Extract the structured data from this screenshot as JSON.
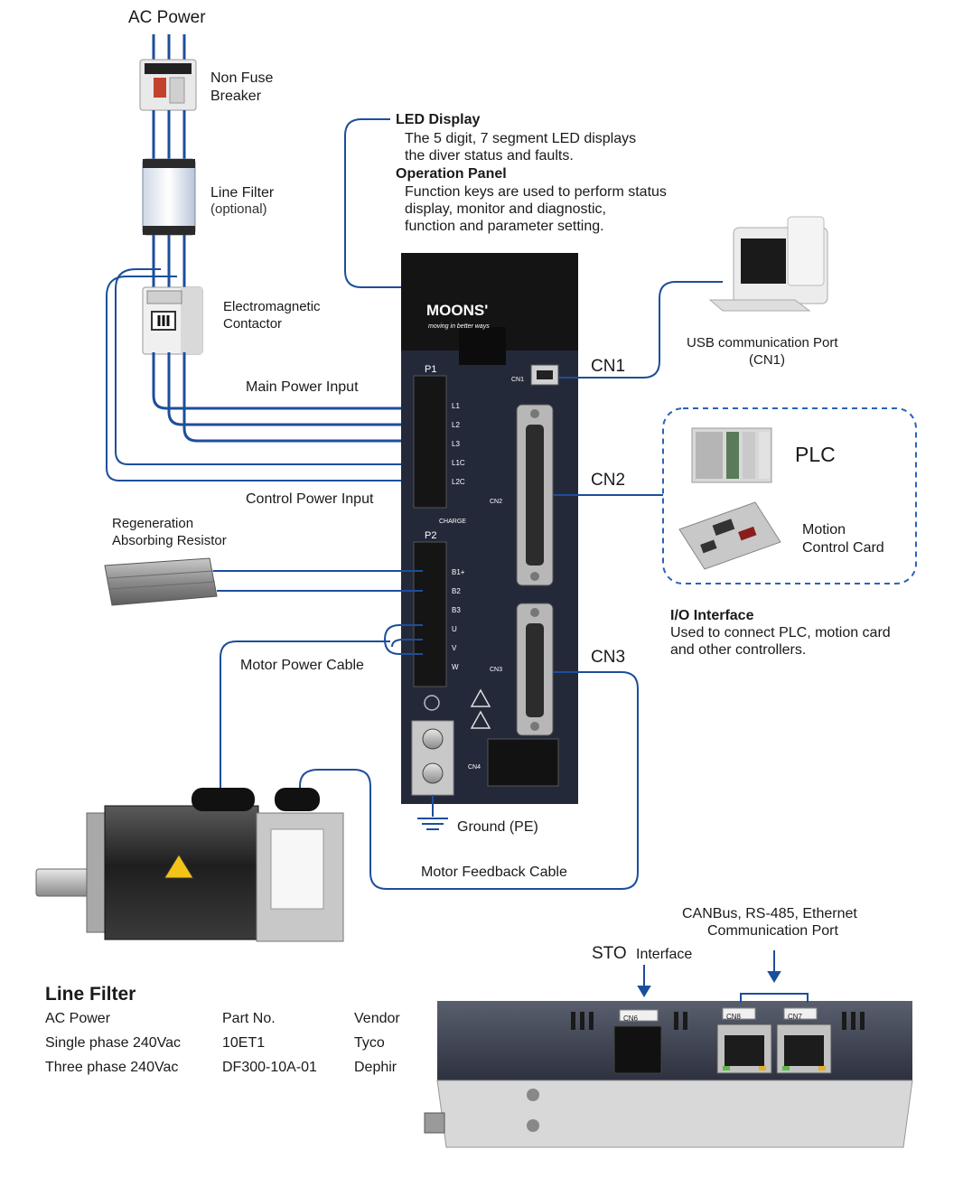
{
  "labels": {
    "ac_power": "AC Power",
    "non_fuse_breaker": [
      "Non Fuse",
      "Breaker"
    ],
    "line_filter": "Line Filter",
    "line_filter_optional": "(optional)",
    "contactor": [
      "Electromagnetic",
      "Contactor"
    ],
    "main_power_input": "Main Power Input",
    "control_power_input": "Control Power Input",
    "regen_resistor": [
      "Regeneration",
      "Absorbing Resistor"
    ],
    "motor_power_cable": "Motor Power Cable",
    "ground": "Ground (PE)",
    "motor_feedback_cable": "Motor Feedback Cable",
    "led_display_title": "LED Display",
    "led_display_desc": [
      "The 5 digit, 7 segment LED displays",
      "the diver status and faults."
    ],
    "op_panel_title": "Operation Panel",
    "op_panel_desc": [
      "Function keys are used to perform status",
      "display, monitor and diagnostic,",
      "function and parameter setting."
    ],
    "usb_port": [
      "USB communication Port",
      "(CN1)"
    ],
    "cn1": "CN1",
    "cn2": "CN2",
    "cn3": "CN3",
    "plc": "PLC",
    "motion_card": [
      "Motion",
      "Control Card"
    ],
    "io_title": "I/O Interface",
    "io_desc": [
      "Used to connect PLC, motion card",
      "and other controllers."
    ],
    "canbus": [
      "CANBus, RS-485, Ethernet",
      "Communication Port"
    ],
    "sto": "STO",
    "sto_interface": "Interface"
  },
  "drive": {
    "brand": "MOONS'",
    "tagline": "moving in better ways",
    "p1": "P1",
    "p2": "P2",
    "p1_terminals": [
      "L1",
      "L2",
      "L3",
      "L1C",
      "L2C"
    ],
    "charge": "CHARGE",
    "p2_terminals": [
      "B1+",
      "B2",
      "B3",
      "U",
      "V",
      "W"
    ],
    "side_cn1": "CN1",
    "side_cn2": "CN2",
    "side_cn3": "CN3",
    "side_cn4": "CN4"
  },
  "bottom_ports": [
    "CN6",
    "CN8",
    "CN7"
  ],
  "line_filter_table": {
    "title": "Line Filter",
    "headers": [
      "AC Power",
      "Part No.",
      "Vendor"
    ],
    "rows": [
      [
        "Single phase 240Vac",
        "10ET1",
        "Tyco"
      ],
      [
        "Three phase 240Vac",
        "DF300-10A-01",
        "Dephir"
      ]
    ]
  },
  "colors": {
    "wire": "#1d4e9b",
    "drive_body": "#24293a",
    "drive_top": "#141414",
    "dashed_box": "#2a62b8"
  }
}
